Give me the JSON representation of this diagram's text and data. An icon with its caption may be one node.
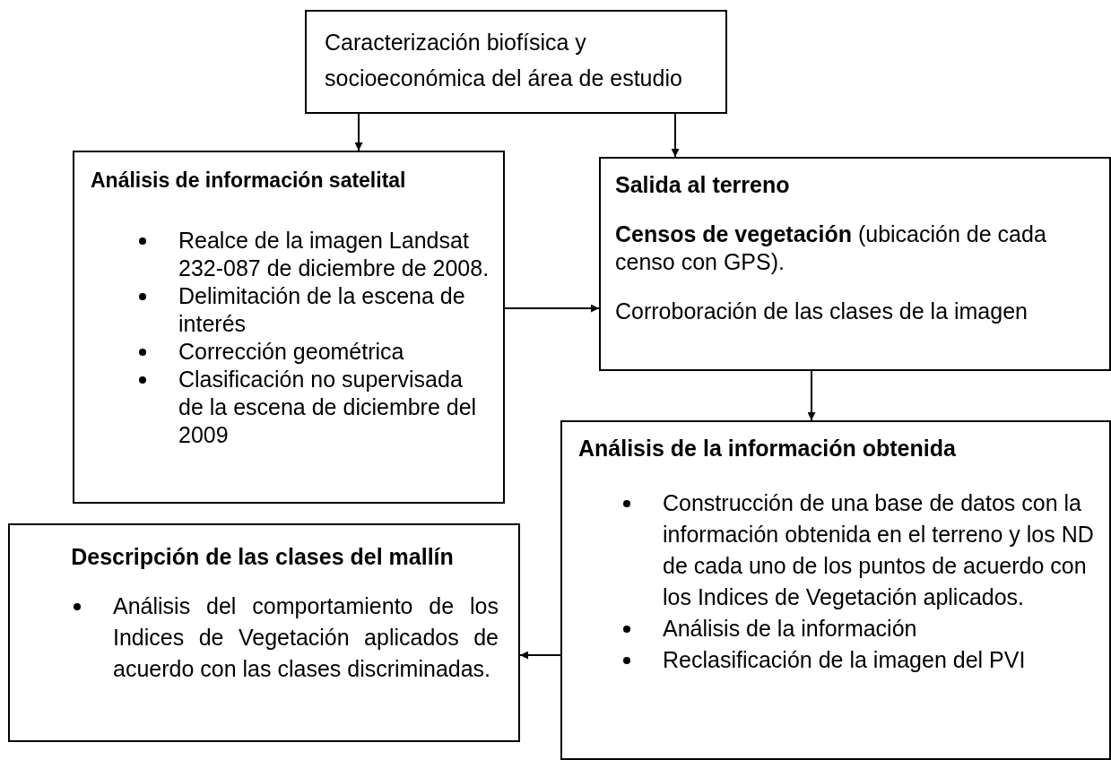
{
  "diagram": {
    "nodes": [
      {
        "text": [
          "Caracterización biofísica y socioeconómica del área de estudio"
        ]
      },
      {
        "text": [
          "Análisis de información satelital",
          "Realce de la imagen Landsat 232-087 de diciembre de  2008.",
          "Delimitación de la escena de interés",
          "Corrección geométrica",
          "Clasificación no supervisada de la escena de diciembre del 2009"
        ]
      },
      {
        "text": [
          "Salida al terreno",
          "**Censos de vegetación** (ubicación de cada censo con GPS).",
          "Corroboración de las clases de la imagen"
        ]
      },
      {
        "text": [
          "Análisis de la información obtenida",
          "Construcción de una base de datos con la información obtenida en el terreno y los ND de cada uno de los puntos de acuerdo con los Indices de Vegetación aplicados.",
          "Análisis de la información",
          "Reclasificación de la imagen del PVI"
        ]
      },
      {
        "text": [
          "Descripción de las clases del mallín",
          "Análisis del comportamiento de los Indices de Vegetación aplicados de acuerdo con las clases discriminadas."
        ]
      }
    ],
    "edges": [
      {
        "from": 0,
        "to": 1,
        "arrow": "to"
      },
      {
        "from": 0,
        "to": 2,
        "arrow": "to"
      },
      {
        "from": 1,
        "to": 2,
        "arrow": "to"
      },
      {
        "from": 2,
        "to": 3,
        "arrow": "to"
      },
      {
        "from": 3,
        "to": 4,
        "arrow": "to"
      }
    ]
  }
}
